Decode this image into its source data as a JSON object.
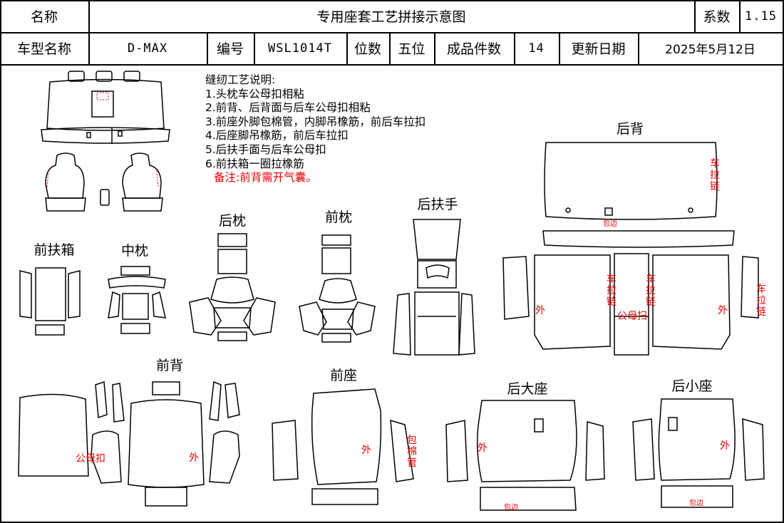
{
  "header": {
    "name_label": "名称",
    "title": "专用座套工艺拼接示意图",
    "coef_label": "系数",
    "coef_value": "1.15",
    "model_label": "车型名称",
    "model_value": "D-MAX",
    "code_label": "编号",
    "code_value": "WSL1014T",
    "seats_label": "位数",
    "seats_value": "五位",
    "pieces_label": "成品件数",
    "pieces_value": "14",
    "date_label": "更新日期",
    "date_value": "2025年5月12日"
  },
  "notes": {
    "heading": "缝纫工艺说明:",
    "items": [
      "1.头枕车公母扣相粘",
      "2.前背、后背面与后车公母扣相粘",
      "3.前座外脚包棉管，内脚吊橡筋，前后车拉扣",
      "4.后座脚吊橡筋，前后车拉扣",
      "5.后扶手面与后车公母扣",
      "6.前扶箱一圈拉橡筋"
    ],
    "remark": "备注:前背需开气囊。"
  },
  "sections": {
    "rear_back": "后背",
    "front_armbox": "前扶箱",
    "middle_headrest": "中枕",
    "rear_headrest": "后枕",
    "front_headrest": "前枕",
    "rear_armrest": "后扶手",
    "front_back": "前背",
    "front_seat": "前座",
    "rear_big_seat": "后大座",
    "rear_small_seat": "后小座"
  },
  "marks": {
    "zipper": "车拉链",
    "hem": "包边",
    "outer": "外",
    "snap": "公母扣",
    "snap_cut": "公母扫",
    "cotton_tube": "包棉管"
  }
}
